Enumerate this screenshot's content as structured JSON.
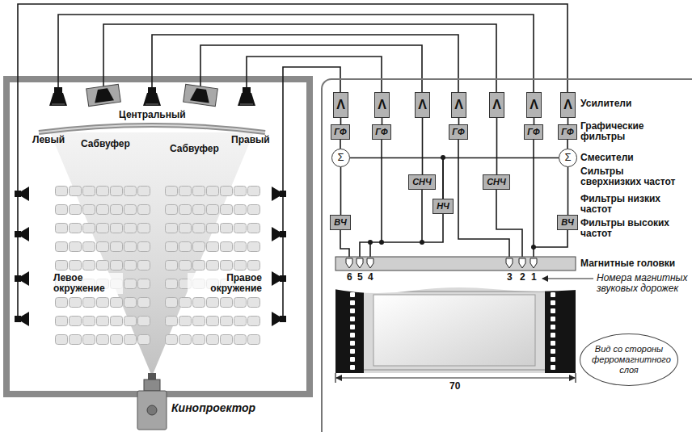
{
  "diagram": {
    "nodes": [
      {
        "text": [
          "Λ"
        ]
      },
      {
        "text": [
          "Λ"
        ]
      },
      {
        "text": [
          "Λ"
        ]
      },
      {
        "text": [
          "Λ"
        ]
      },
      {
        "text": [
          "Λ"
        ]
      },
      {
        "text": [
          "Λ"
        ]
      },
      {
        "text": [
          "Λ"
        ]
      },
      {
        "text": [
          "ГФ"
        ]
      },
      {
        "text": [
          "ГФ"
        ]
      },
      {
        "text": [
          "ГФ"
        ]
      },
      {
        "text": [
          "ГФ"
        ]
      },
      {
        "text": [
          "ГФ"
        ]
      },
      {
        "text": [
          "Σ"
        ]
      },
      {
        "text": [
          "Σ"
        ]
      },
      {
        "text": [
          "СНЧ"
        ]
      },
      {
        "text": [
          "СНЧ"
        ]
      },
      {
        "text": [
          "НЧ"
        ]
      },
      {
        "text": [
          "ВЧ"
        ]
      },
      {
        "text": [
          "ВЧ"
        ]
      },
      {
        "text": [
          "Вид со стороны ферромагнитного слоя"
        ]
      }
    ],
    "edges": [
      {
        "from": 0,
        "to": 7,
        "arrow": "none"
      },
      {
        "from": 7,
        "to": 12,
        "arrow": "none"
      },
      {
        "from": 12,
        "to": 17,
        "arrow": "none"
      },
      {
        "from": 1,
        "to": 8,
        "arrow": "none"
      },
      {
        "from": 2,
        "to": 14,
        "arrow": "none"
      },
      {
        "from": 3,
        "to": 9,
        "arrow": "none"
      },
      {
        "from": 4,
        "to": 15,
        "arrow": "none"
      },
      {
        "from": 5,
        "to": 10,
        "arrow": "none"
      },
      {
        "from": 6,
        "to": 11,
        "arrow": "none"
      },
      {
        "from": 11,
        "to": 13,
        "arrow": "none"
      },
      {
        "from": 13,
        "to": 18,
        "arrow": "none"
      },
      {
        "from": 12,
        "to": 16,
        "arrow": "none"
      },
      {
        "from": 13,
        "to": 16,
        "arrow": "none"
      }
    ],
    "labels": [
      "Левый",
      "Сабвуфер",
      "Центральный",
      "Сабвуфер",
      "Правый",
      "Левое окружение",
      "Правое окружение",
      "Кинопроектор",
      "Усилители",
      "Графические фильтры",
      "Смесители",
      "Сильтры сверхнизких частот",
      "Фильтры низких частот",
      "Фильтры высоких частот",
      "Магнитные головки",
      "6",
      "5",
      "4",
      "3",
      "2",
      "1",
      "Номера магнитных звуковых дорожек",
      "70"
    ]
  }
}
